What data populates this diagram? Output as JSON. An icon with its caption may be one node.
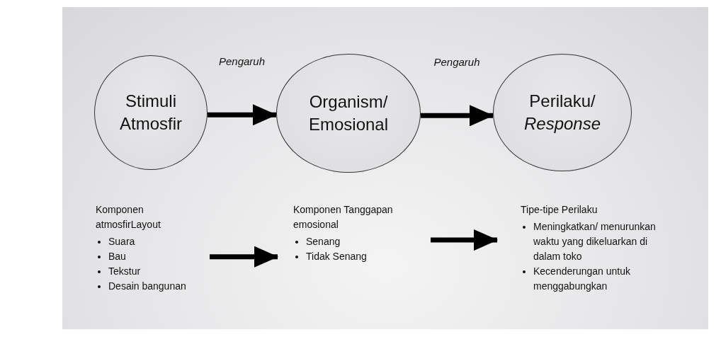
{
  "diagram": {
    "nodes": [
      {
        "text": [
          "Stimuli Atmosfir"
        ]
      },
      {
        "text": [
          "Organism/ Emosional"
        ]
      },
      {
        "text": [
          "Perilaku/ *Response*"
        ]
      },
      {
        "text": [
          "Komponen atmosfirLayout",
          "Suara",
          "Bau",
          "Tekstur",
          "Desain bangunan"
        ]
      },
      {
        "text": [
          "Komponen Tanggapan emosional",
          "Senang",
          "Tidak Senang"
        ]
      },
      {
        "text": [
          "Tipe-tipe Perilaku",
          "Meningkatkan/ menurunkan waktu yang dikeluarkan di dalam toko",
          "Kecenderungan untuk menggabungkan"
        ]
      }
    ],
    "edges": [
      {
        "from": 0,
        "to": 1,
        "arrow": "to",
        "label": "Pengaruh"
      },
      {
        "from": 1,
        "to": 2,
        "arrow": "to",
        "label": "Pengaruh"
      },
      {
        "from": 3,
        "to": 4,
        "arrow": "to"
      },
      {
        "from": 4,
        "to": 5,
        "arrow": "to"
      }
    ]
  }
}
